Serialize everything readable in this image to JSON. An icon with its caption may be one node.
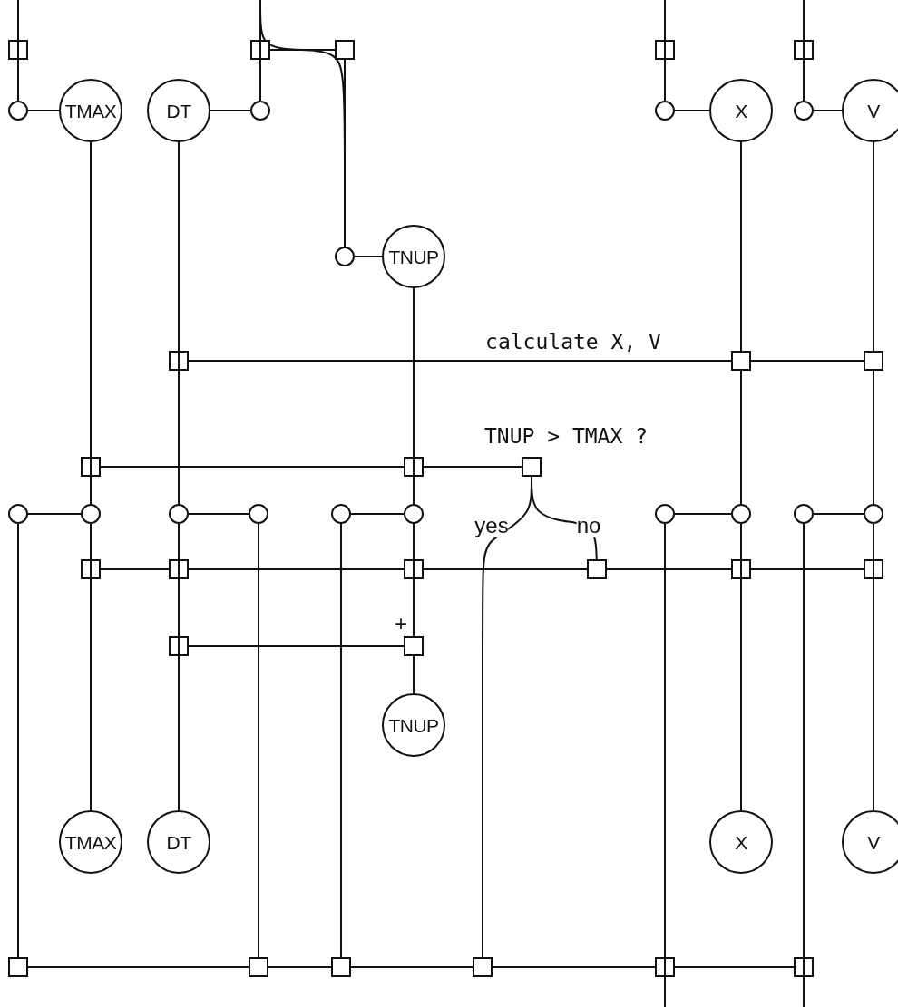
{
  "diagram": {
    "nodes": [
      {
        "text": [],
        "shape": "box"
      },
      {
        "text": [],
        "shape": "box"
      },
      {
        "text": [],
        "shape": "box"
      },
      {
        "text": [],
        "shape": "box"
      },
      {
        "text": [],
        "shape": "box"
      },
      {
        "text": [],
        "shape": "circle"
      },
      {
        "text": [
          "TMAX"
        ]
      },
      {
        "text": [
          "DT"
        ]
      },
      {
        "text": [],
        "shape": "circle"
      },
      {
        "text": [],
        "shape": "circle"
      },
      {
        "text": [
          "X"
        ]
      },
      {
        "text": [],
        "shape": "circle"
      },
      {
        "text": [
          "V"
        ]
      },
      {
        "text": [],
        "shape": "circle"
      },
      {
        "text": [
          "TNUP"
        ]
      },
      {
        "text": [],
        "shape": "box"
      },
      {
        "text": [],
        "shape": "box"
      },
      {
        "text": [],
        "shape": "box"
      },
      {
        "text": [],
        "shape": "box"
      },
      {
        "text": [],
        "shape": "box"
      },
      {
        "text": [],
        "shape": "box",
        "beside": [
          "TNUP > TMAX ?"
        ]
      },
      {
        "text": [],
        "shape": "circle"
      },
      {
        "text": [],
        "shape": "circle"
      },
      {
        "text": [],
        "shape": "circle"
      },
      {
        "text": [],
        "shape": "circle"
      },
      {
        "text": [],
        "shape": "circle"
      },
      {
        "text": [],
        "shape": "circle"
      },
      {
        "text": [],
        "shape": "circle"
      },
      {
        "text": [],
        "shape": "circle"
      },
      {
        "text": [],
        "shape": "circle"
      },
      {
        "text": [],
        "shape": "circle"
      },
      {
        "text": [],
        "shape": "box"
      },
      {
        "text": [],
        "shape": "box"
      },
      {
        "text": [],
        "shape": "box"
      },
      {
        "text": [],
        "shape": "box"
      },
      {
        "text": [],
        "shape": "box"
      },
      {
        "text": [],
        "shape": "box"
      },
      {
        "text": [],
        "shape": "box"
      },
      {
        "text": [],
        "shape": "box",
        "beside": [
          "+"
        ]
      },
      {
        "text": [
          "TNUP"
        ]
      },
      {
        "text": [
          "TMAX"
        ]
      },
      {
        "text": [
          "DT"
        ]
      },
      {
        "text": [
          "X"
        ]
      },
      {
        "text": [
          "V"
        ]
      },
      {
        "text": [],
        "shape": "box"
      },
      {
        "text": [],
        "shape": "box"
      },
      {
        "text": [],
        "shape": "box"
      },
      {
        "text": [],
        "shape": "box"
      },
      {
        "text": [],
        "shape": "box"
      },
      {
        "text": [],
        "shape": "box"
      }
    ],
    "edges": [
      {
        "from": null,
        "to": 0,
        "arrow": "none"
      },
      {
        "from": 0,
        "to": 5,
        "arrow": "none"
      },
      {
        "from": 5,
        "to": 6,
        "arrow": "none"
      },
      {
        "from": 7,
        "to": 8,
        "arrow": "none"
      },
      {
        "from": 8,
        "to": 1,
        "arrow": "none"
      },
      {
        "from": 1,
        "to": null,
        "arrow": "none"
      },
      {
        "from": 1,
        "to": 2,
        "arrow": "none"
      },
      {
        "from": null,
        "to": 13,
        "arrow": "none"
      },
      {
        "from": 2,
        "to": 13,
        "arrow": "none"
      },
      {
        "from": 13,
        "to": 14,
        "arrow": "none"
      },
      {
        "from": null,
        "to": 3,
        "arrow": "none"
      },
      {
        "from": 3,
        "to": 9,
        "arrow": "none"
      },
      {
        "from": 9,
        "to": 10,
        "arrow": "none"
      },
      {
        "from": null,
        "to": 4,
        "arrow": "none"
      },
      {
        "from": 4,
        "to": 11,
        "arrow": "none"
      },
      {
        "from": 11,
        "to": 12,
        "arrow": "none"
      },
      {
        "from": 6,
        "to": 18,
        "arrow": "none"
      },
      {
        "from": 18,
        "to": 22,
        "arrow": "none"
      },
      {
        "from": 22,
        "to": 31,
        "arrow": "none"
      },
      {
        "from": 31,
        "to": 40,
        "arrow": "none"
      },
      {
        "from": 7,
        "to": 15,
        "arrow": "none"
      },
      {
        "from": 15,
        "to": 23,
        "arrow": "none"
      },
      {
        "from": 23,
        "to": 32,
        "arrow": "none"
      },
      {
        "from": 32,
        "to": 37,
        "arrow": "none"
      },
      {
        "from": 37,
        "to": 41,
        "arrow": "none"
      },
      {
        "from": 14,
        "to": 19,
        "arrow": "none"
      },
      {
        "from": 19,
        "to": 26,
        "arrow": "none"
      },
      {
        "from": 26,
        "to": 33,
        "arrow": "none"
      },
      {
        "from": 33,
        "to": 38,
        "arrow": "none"
      },
      {
        "from": 38,
        "to": 39,
        "arrow": "none"
      },
      {
        "from": 10,
        "to": 16,
        "arrow": "none"
      },
      {
        "from": 16,
        "to": 28,
        "arrow": "none"
      },
      {
        "from": 28,
        "to": 35,
        "arrow": "none"
      },
      {
        "from": 35,
        "to": 42,
        "arrow": "none"
      },
      {
        "from": 12,
        "to": 17,
        "arrow": "none"
      },
      {
        "from": 17,
        "to": 30,
        "arrow": "none"
      },
      {
        "from": 30,
        "to": 36,
        "arrow": "none"
      },
      {
        "from": 36,
        "to": 43,
        "arrow": "none"
      },
      {
        "from": 15,
        "to": 16,
        "arrow": "none",
        "label": "calculate X, V"
      },
      {
        "from": 16,
        "to": 17,
        "arrow": "none"
      },
      {
        "from": 18,
        "to": 19,
        "arrow": "none"
      },
      {
        "from": 19,
        "to": 20,
        "arrow": "none"
      },
      {
        "from": 20,
        "to": 47,
        "arrow": "none",
        "label": "yes"
      },
      {
        "from": 20,
        "to": 34,
        "arrow": "none",
        "label": "no"
      },
      {
        "from": 21,
        "to": 22,
        "arrow": "none"
      },
      {
        "from": 23,
        "to": 24,
        "arrow": "none"
      },
      {
        "from": 25,
        "to": 26,
        "arrow": "none"
      },
      {
        "from": 27,
        "to": 28,
        "arrow": "none"
      },
      {
        "from": 29,
        "to": 30,
        "arrow": "none"
      },
      {
        "from": 31,
        "to": 32,
        "arrow": "none"
      },
      {
        "from": 32,
        "to": 33,
        "arrow": "none"
      },
      {
        "from": 33,
        "to": 34,
        "arrow": "none"
      },
      {
        "from": 34,
        "to": 35,
        "arrow": "none"
      },
      {
        "from": 35,
        "to": 36,
        "arrow": "none"
      },
      {
        "from": 37,
        "to": 38,
        "arrow": "none"
      },
      {
        "from": 21,
        "to": 44,
        "arrow": "none"
      },
      {
        "from": 24,
        "to": 45,
        "arrow": "none"
      },
      {
        "from": 25,
        "to": 46,
        "arrow": "none"
      },
      {
        "from": 27,
        "to": 48,
        "arrow": "none"
      },
      {
        "from": 48,
        "to": null,
        "arrow": "none"
      },
      {
        "from": 29,
        "to": 49,
        "arrow": "none"
      },
      {
        "from": 49,
        "to": null,
        "arrow": "none"
      },
      {
        "from": 44,
        "to": 45,
        "arrow": "none"
      },
      {
        "from": 45,
        "to": 46,
        "arrow": "none"
      },
      {
        "from": 46,
        "to": 47,
        "arrow": "none"
      },
      {
        "from": 47,
        "to": 48,
        "arrow": "none"
      },
      {
        "from": 48,
        "to": 49,
        "arrow": "none"
      }
    ]
  }
}
